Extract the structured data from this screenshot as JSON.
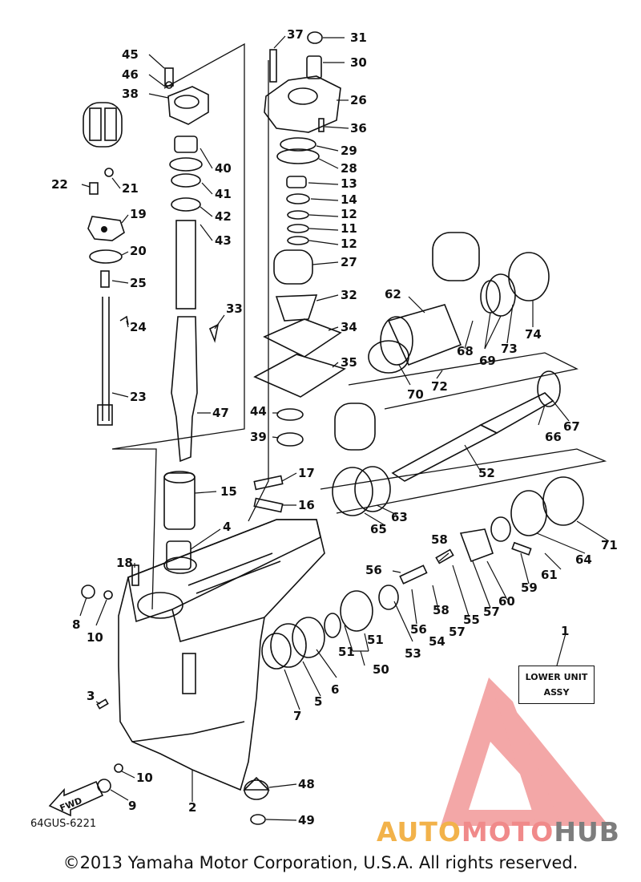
{
  "diagram": {
    "code": "64GUS-6221",
    "copyright": "©2013 Yamaha Motor Corporation, U.S.A. All rights reserved.",
    "assembly_label_line1": "LOWER UNIT",
    "assembly_label_line2": "ASSY",
    "fwd_label": "FWD",
    "watermark_part1": "AUTO",
    "watermark_part2": "MOTO",
    "watermark_part3": "HUB",
    "watermark_color": "#f08a8a",
    "part_numbers": [
      "1",
      "2",
      "3",
      "4",
      "5",
      "6",
      "7",
      "8",
      "9",
      "10",
      "10",
      "11",
      "12",
      "12",
      "13",
      "14",
      "15",
      "16",
      "17",
      "18",
      "19",
      "20",
      "21",
      "22",
      "23",
      "24",
      "25",
      "26",
      "27",
      "28",
      "29",
      "30",
      "31",
      "32",
      "33",
      "34",
      "35",
      "36",
      "37",
      "38",
      "39",
      "40",
      "41",
      "42",
      "43",
      "44",
      "45",
      "46",
      "47",
      "48",
      "49",
      "50",
      "51",
      "51",
      "52",
      "53",
      "54",
      "55",
      "56",
      "56",
      "57",
      "57",
      "58",
      "58",
      "59",
      "60",
      "61",
      "62",
      "63",
      "64",
      "65",
      "66",
      "67",
      "68",
      "69",
      "70",
      "71",
      "72",
      "73",
      "74"
    ]
  }
}
